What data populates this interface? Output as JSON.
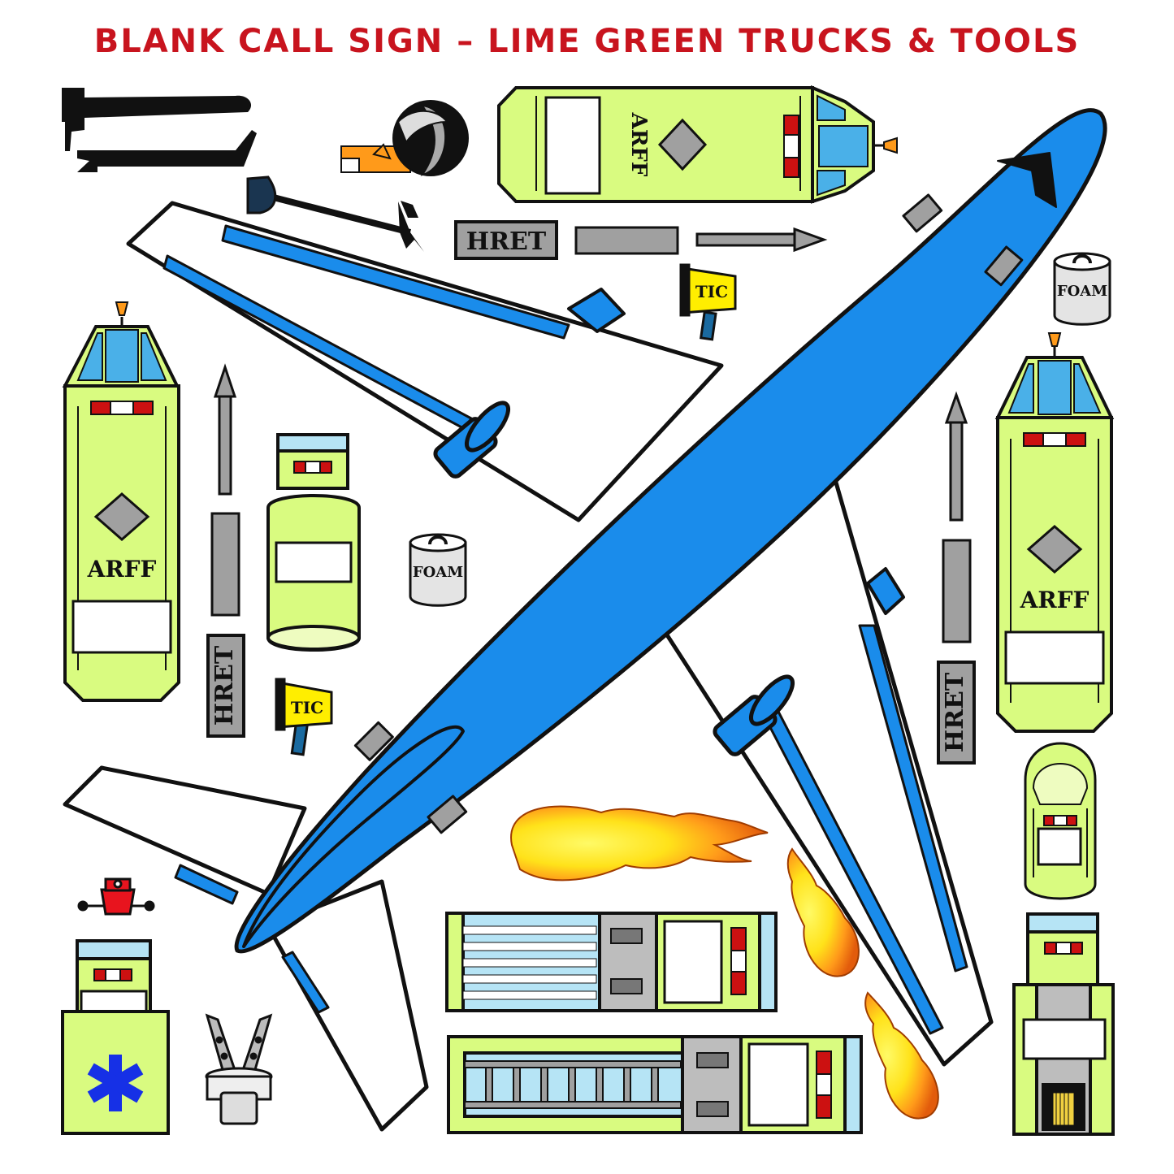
{
  "title": "BLANK CALL SIGN – LIME GREEN TRUCKS & TOOLS",
  "labels": {
    "arff": "ARFF",
    "hret": "HRET",
    "tic": "TIC",
    "foam": "FOAM"
  },
  "colors": {
    "title": "#c8141e",
    "truck_body": "#d9fb80",
    "aircraft": "#1a8ceb",
    "outline": "#111111",
    "window": "#4ab0e8",
    "tool_gray": "#a0a0a0",
    "tic_yellow": "#ffee00",
    "light_red": "#cc1111"
  },
  "icons": [
    "halligan-bar-icon",
    "pike-pole-icon",
    "rescue-saw-icon",
    "axe-icon",
    "thermal-camera-icon",
    "foam-bucket-icon",
    "jaws-of-life-icon",
    "fire-icon",
    "star-of-life-icon",
    "aircraft-icon"
  ]
}
